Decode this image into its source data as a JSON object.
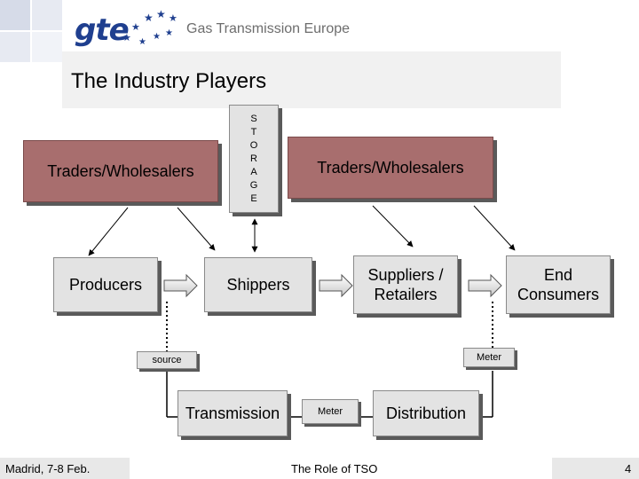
{
  "header": {
    "logo_text": "gte",
    "brand_name": "Gas Transmission Europe",
    "title": "The Industry Players",
    "accent_color": "#1f3f8f"
  },
  "diagram": {
    "storage_letters": [
      "S",
      "T",
      "O",
      "R",
      "A",
      "G",
      "E"
    ],
    "traders_left": "Traders/Wholesalers",
    "traders_right": "Traders/Wholesalers",
    "producers": "Producers",
    "shippers": "Shippers",
    "suppliers": "Suppliers / Retailers",
    "end_consumers": "End Consumers",
    "source": "source",
    "meter_right": "Meter",
    "transmission": "Transmission",
    "meter_middle": "Meter",
    "distribution": "Distribution"
  },
  "footer": {
    "location_date": "Madrid, 7-8 Feb.",
    "subject": "The Role of TSO",
    "page_number": "4"
  }
}
